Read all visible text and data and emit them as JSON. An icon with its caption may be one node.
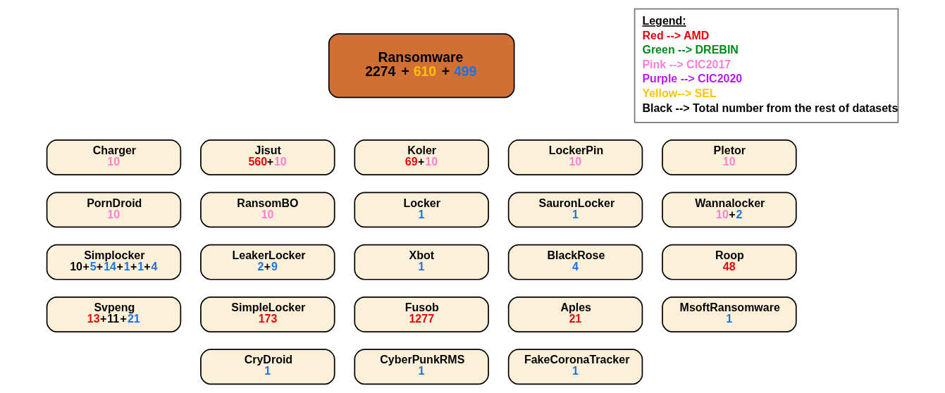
{
  "diagram": {
    "nodes": [
      {
        "text": [
          "Ransomware",
          "2274 + 610 + 499"
        ]
      },
      {
        "text": [
          "Charger",
          "10"
        ]
      },
      {
        "text": [
          "Jisut",
          "560+10"
        ]
      },
      {
        "text": [
          "Koler",
          "69+10"
        ]
      },
      {
        "text": [
          "LockerPin",
          "10"
        ]
      },
      {
        "text": [
          "Pletor",
          "10"
        ]
      },
      {
        "text": [
          "PornDroid",
          "10"
        ]
      },
      {
        "text": [
          "RansomBO",
          "10"
        ]
      },
      {
        "text": [
          "Locker",
          "1"
        ]
      },
      {
        "text": [
          "SauronLocker",
          "1"
        ]
      },
      {
        "text": [
          "Wannalocker",
          "10+2"
        ]
      },
      {
        "text": [
          "Simplocker",
          "10+5+14+1+1+4"
        ]
      },
      {
        "text": [
          "LeakerLocker",
          "2+9"
        ]
      },
      {
        "text": [
          "Xbot",
          "1"
        ]
      },
      {
        "text": [
          "BlackRose",
          "4"
        ]
      },
      {
        "text": [
          "Roop",
          "48"
        ]
      },
      {
        "text": [
          "Svpeng",
          "13+11+21"
        ]
      },
      {
        "text": [
          "SimpleLocker",
          "173"
        ]
      },
      {
        "text": [
          "Fusob",
          "1277"
        ]
      },
      {
        "text": [
          "Aples",
          "21"
        ]
      },
      {
        "text": [
          "MsoftRansomware",
          "1"
        ]
      },
      {
        "text": [
          "CryDroid",
          "1"
        ]
      },
      {
        "text": [
          "CyberPunkRMS",
          "1"
        ]
      },
      {
        "text": [
          "FakeCoronaTracker",
          "1"
        ]
      }
    ],
    "edges": [],
    "labels": [
      "Legend:"
    ],
    "legend": [
      {
        "text": "Red --> AMD",
        "color": "#e8000b"
      },
      {
        "text": "Green --> DREBIN",
        "color": "#008a1e"
      },
      {
        "text": "Pink --> CIC2017",
        "color": "#ff80d5"
      },
      {
        "text": "Purple --> CIC2020",
        "color": "#b21ff0"
      },
      {
        "text": "Yellow--> SEL",
        "color": "#ffc400"
      },
      {
        "text": "Black --> Total number from the rest of datasets",
        "color": "#000000"
      }
    ]
  }
}
